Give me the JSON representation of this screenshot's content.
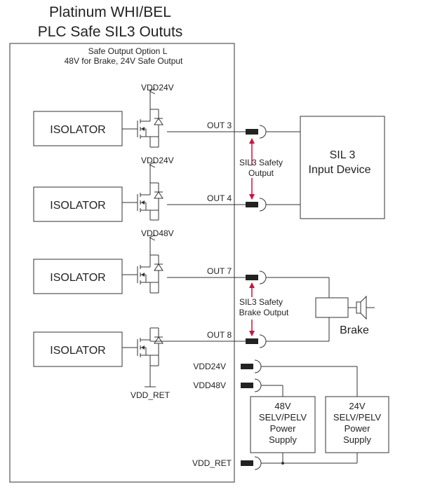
{
  "title": {
    "line1": "Platinum WHI/BEL",
    "line2": "PLC Safe SIL3 Oututs"
  },
  "module": {
    "header_line1": "Safe Output Option L",
    "header_line2": "48V for Brake, 24V Safe Output"
  },
  "channels": [
    {
      "isolator": "ISOLATOR",
      "supply": "VDD24V",
      "output": "OUT 3"
    },
    {
      "isolator": "ISOLATOR",
      "supply": "VDD24V",
      "output": "OUT 4"
    },
    {
      "isolator": "ISOLATOR",
      "supply": "VDD48V",
      "output": "OUT 7"
    },
    {
      "isolator": "ISOLATOR",
      "supply": "",
      "output": "OUT 8",
      "ground": "VDD_RET"
    }
  ],
  "power_pins": [
    "VDD24V",
    "VDD48V",
    "VDD_RET"
  ],
  "sil3_output_label": [
    "SIL3 Safety",
    "Output"
  ],
  "sil3_brake_label": [
    "SIL3 Safety",
    "Brake  Output"
  ],
  "input_device": [
    "SIL 3",
    "Input Device"
  ],
  "brake_label": "Brake",
  "supply_48v": [
    "48V",
    "SELV/PELV",
    "Power",
    "Supply"
  ],
  "supply_24v": [
    "24V",
    "SELV/PELV",
    "Power",
    "Supply"
  ],
  "colors": {
    "arrow": "#d0103a",
    "line": "#333333"
  }
}
